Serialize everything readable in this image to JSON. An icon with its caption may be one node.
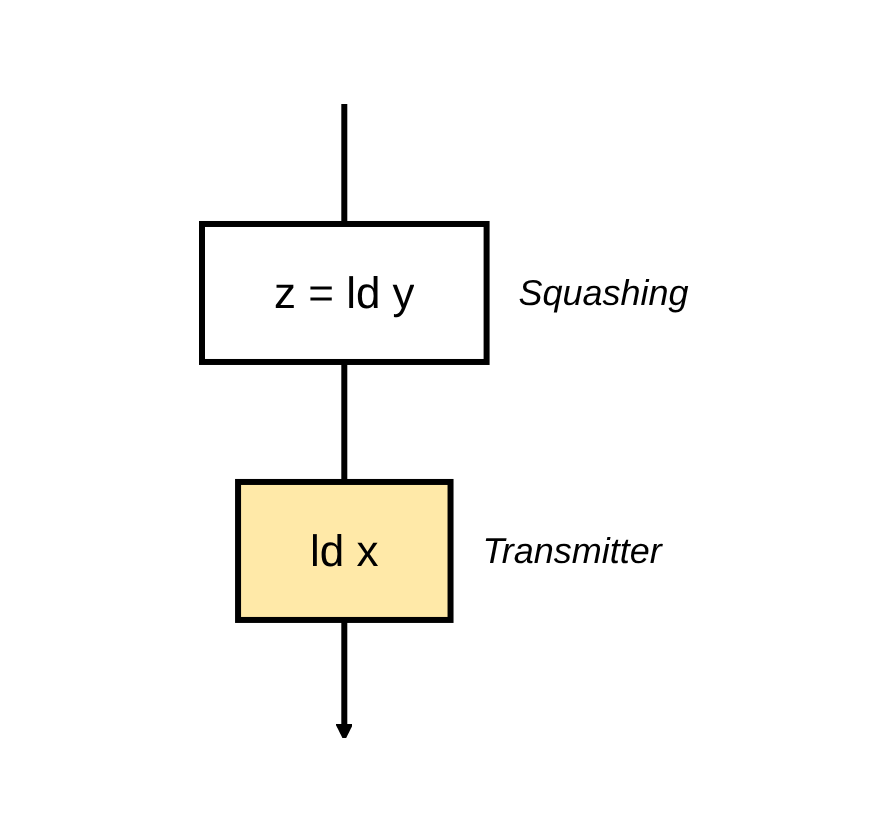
{
  "diagram": {
    "nodes": [
      {
        "text": [
          "z = ld y"
        ],
        "beside": [
          "Squashing"
        ]
      },
      {
        "text": [
          "ld x"
        ],
        "beside": [
          "Transmitter"
        ]
      }
    ],
    "edges": [
      {
        "from": null,
        "to": 0,
        "arrow": "none"
      },
      {
        "from": 0,
        "to": 1,
        "arrow": "none"
      },
      {
        "from": 1,
        "to": null,
        "arrow": "to"
      }
    ]
  }
}
